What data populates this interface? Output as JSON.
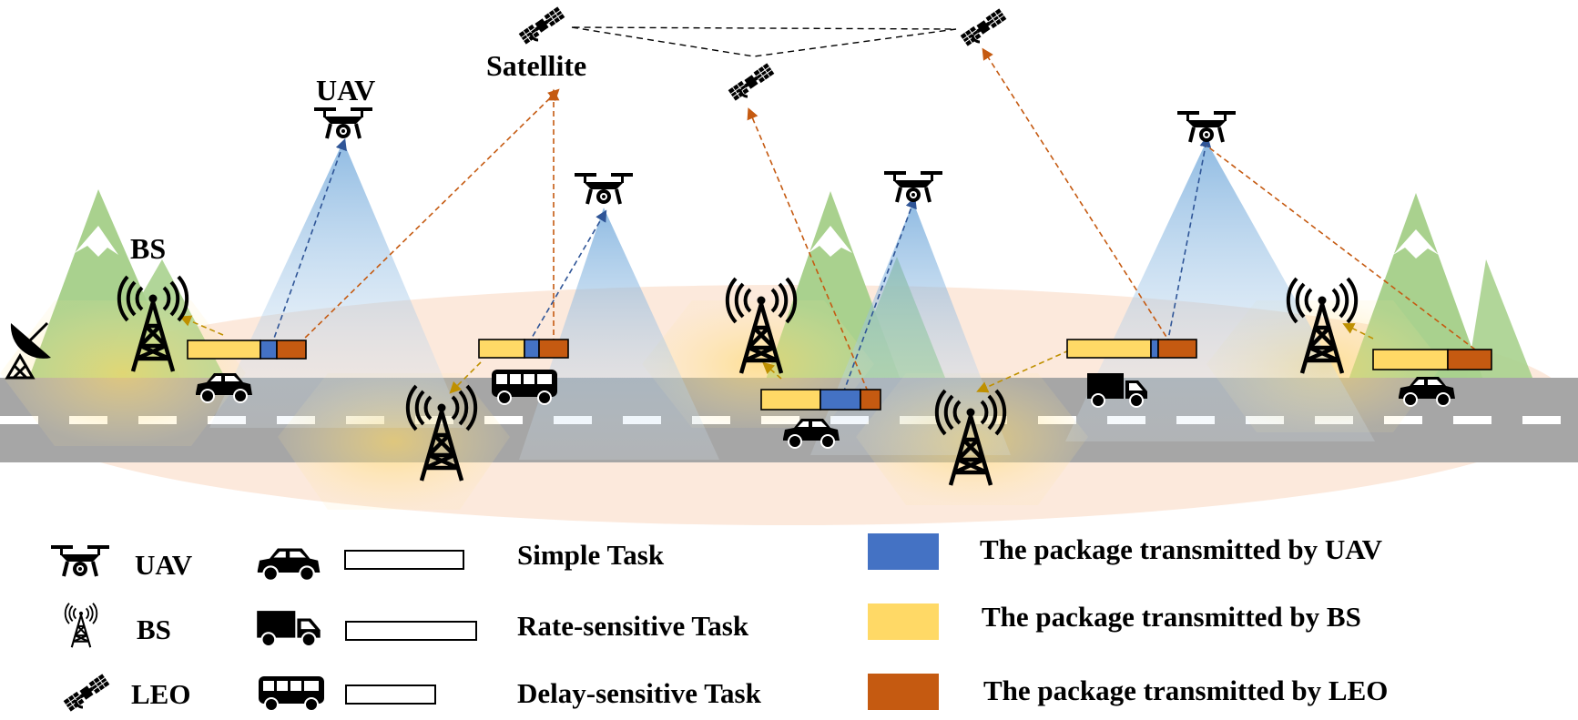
{
  "labels": {
    "uav": "UAV",
    "satellite": "Satellite",
    "bs": "BS"
  },
  "legend": {
    "devices": [
      {
        "icon": "uav-icon",
        "label": "UAV"
      },
      {
        "icon": "bs-icon",
        "label": "BS"
      },
      {
        "icon": "satellite-icon",
        "label": "LEO"
      }
    ],
    "tasks": [
      {
        "vehicle": "car-icon",
        "label": "Simple Task"
      },
      {
        "vehicle": "truck-icon",
        "label": "Rate-sensitive Task"
      },
      {
        "vehicle": "bus-icon",
        "label": "Delay-sensitive Task"
      }
    ],
    "packages": [
      {
        "color": "#4472c4",
        "label": "The package transmitted by UAV"
      },
      {
        "color": "#ffd966",
        "label": "The package transmitted by BS"
      },
      {
        "color": "#c55a11",
        "label": "The package transmitted by LEO"
      }
    ]
  },
  "colors": {
    "uav": "#4472c4",
    "bs": "#ffd966",
    "leo": "#c55a11",
    "mountain": "#a9d18e",
    "road": "#a6a6a6",
    "coverage": "#f8cbad"
  }
}
